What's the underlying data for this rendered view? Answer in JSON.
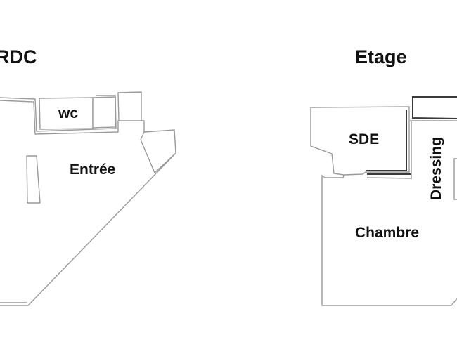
{
  "levels": {
    "rdc": {
      "title": "RDC",
      "rooms": {
        "wc": "wc",
        "entree": "Entrée"
      }
    },
    "etage": {
      "title": "Etage",
      "rooms": {
        "sde": "SDE",
        "dressing": "Dressing",
        "chambre": "Chambre"
      }
    }
  }
}
